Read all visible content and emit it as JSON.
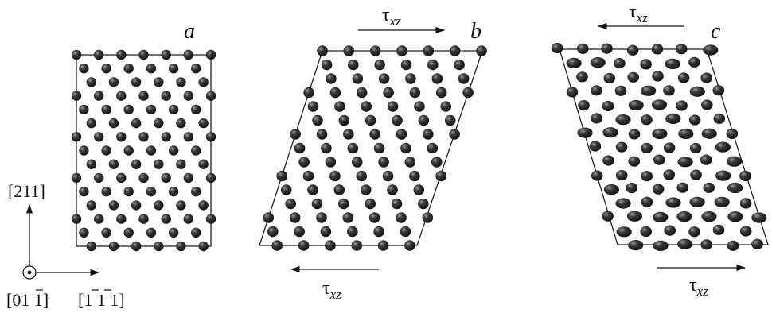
{
  "panels": [
    {
      "letter": "a",
      "shear_top": "",
      "shear_bottom": ""
    },
    {
      "letter": "b",
      "shear_top": "right",
      "shear_bottom": "left"
    },
    {
      "letter": "c",
      "shear_top": "left",
      "shear_bottom": "right"
    }
  ],
  "stress": {
    "symbol": "τ",
    "subscript": "xz"
  },
  "axes": {
    "vertical_label": "[211]",
    "out_of_plane_label": "[01 1]",
    "horizontal_label": "[1 1 1]"
  },
  "colors": {
    "atom": "#2a2a2a",
    "frame": "#222222"
  }
}
